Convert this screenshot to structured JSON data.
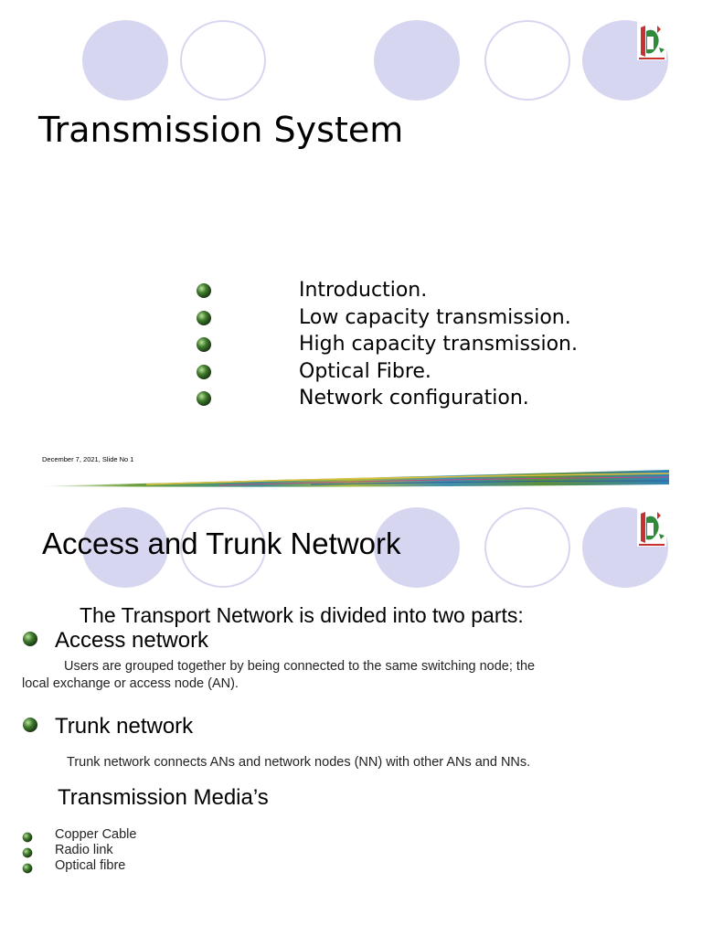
{
  "slide1": {
    "title": "Transmission System",
    "bullets": [
      "Introduction.",
      "Low capacity transmission.",
      "High capacity transmission.",
      "Optical Fibre.",
      "Network configuration."
    ],
    "footer": "December 7, 2021, Slide No 1"
  },
  "slide2": {
    "title": "Access and Trunk Network",
    "lead": "The Transport Network is divided into two parts:",
    "access": {
      "heading": "Access network",
      "line1": "Users are grouped together by being connected to the same switching node; the",
      "line2": "local exchange or access node (AN)."
    },
    "trunk": {
      "heading": "Trunk network",
      "text": "Trunk network connects ANs and network nodes (NN) with other ANs and NNs."
    },
    "media": {
      "heading": "Transmission  Media’s",
      "items": [
        "Copper Cable",
        "Radio link",
        "Optical fibre"
      ]
    }
  },
  "colors": {
    "circle_fill": "#d6d6f0",
    "bullet_green": "#3f7a2c"
  },
  "icons": {
    "bullet": "green-sphere-bullet-icon",
    "logo": "organization-logo-icon"
  }
}
